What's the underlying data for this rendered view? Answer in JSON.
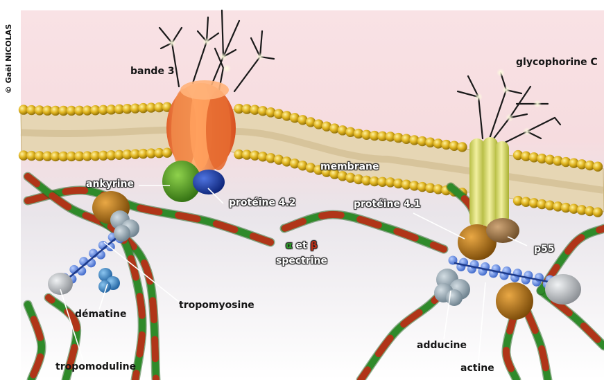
{
  "credit": "© Gaël NICOLAS",
  "labels": {
    "bande3": "bande 3",
    "glycophorine": "glycophorine C",
    "membrane": "membrane",
    "ankyrine": "ankyrine",
    "proteine42": "protéine 4.2",
    "proteine41": "protéine 4.1",
    "p55": "p55",
    "alpha": "α",
    "et": "et",
    "beta": "β",
    "spectrine": "spectrine",
    "tropomyosine": "tropomyosine",
    "dematine": "dématine",
    "adducine": "adducine",
    "tropomoduline": "tropomoduline",
    "actine": "actine"
  },
  "colors": {
    "cytoplasm_top": "#f7dfe2",
    "lipid_head": "#d9ad1a",
    "lipid_core": "#e9dcc0",
    "band3": "#f07a3a",
    "glycophorin": "#cdd36a",
    "ankyrin": "#4f9b1e",
    "protein42": "#1f3fa8",
    "protein41": "#b7741a",
    "p55": "#a07a4a",
    "spectrin_alpha": "#2f8a2a",
    "spectrin_beta": "#b03518",
    "actin": "#5a86d8",
    "adducin": "#9fb1bc",
    "dematin": "#3d8fd0",
    "tropomodulin": "#b9bcc0"
  }
}
